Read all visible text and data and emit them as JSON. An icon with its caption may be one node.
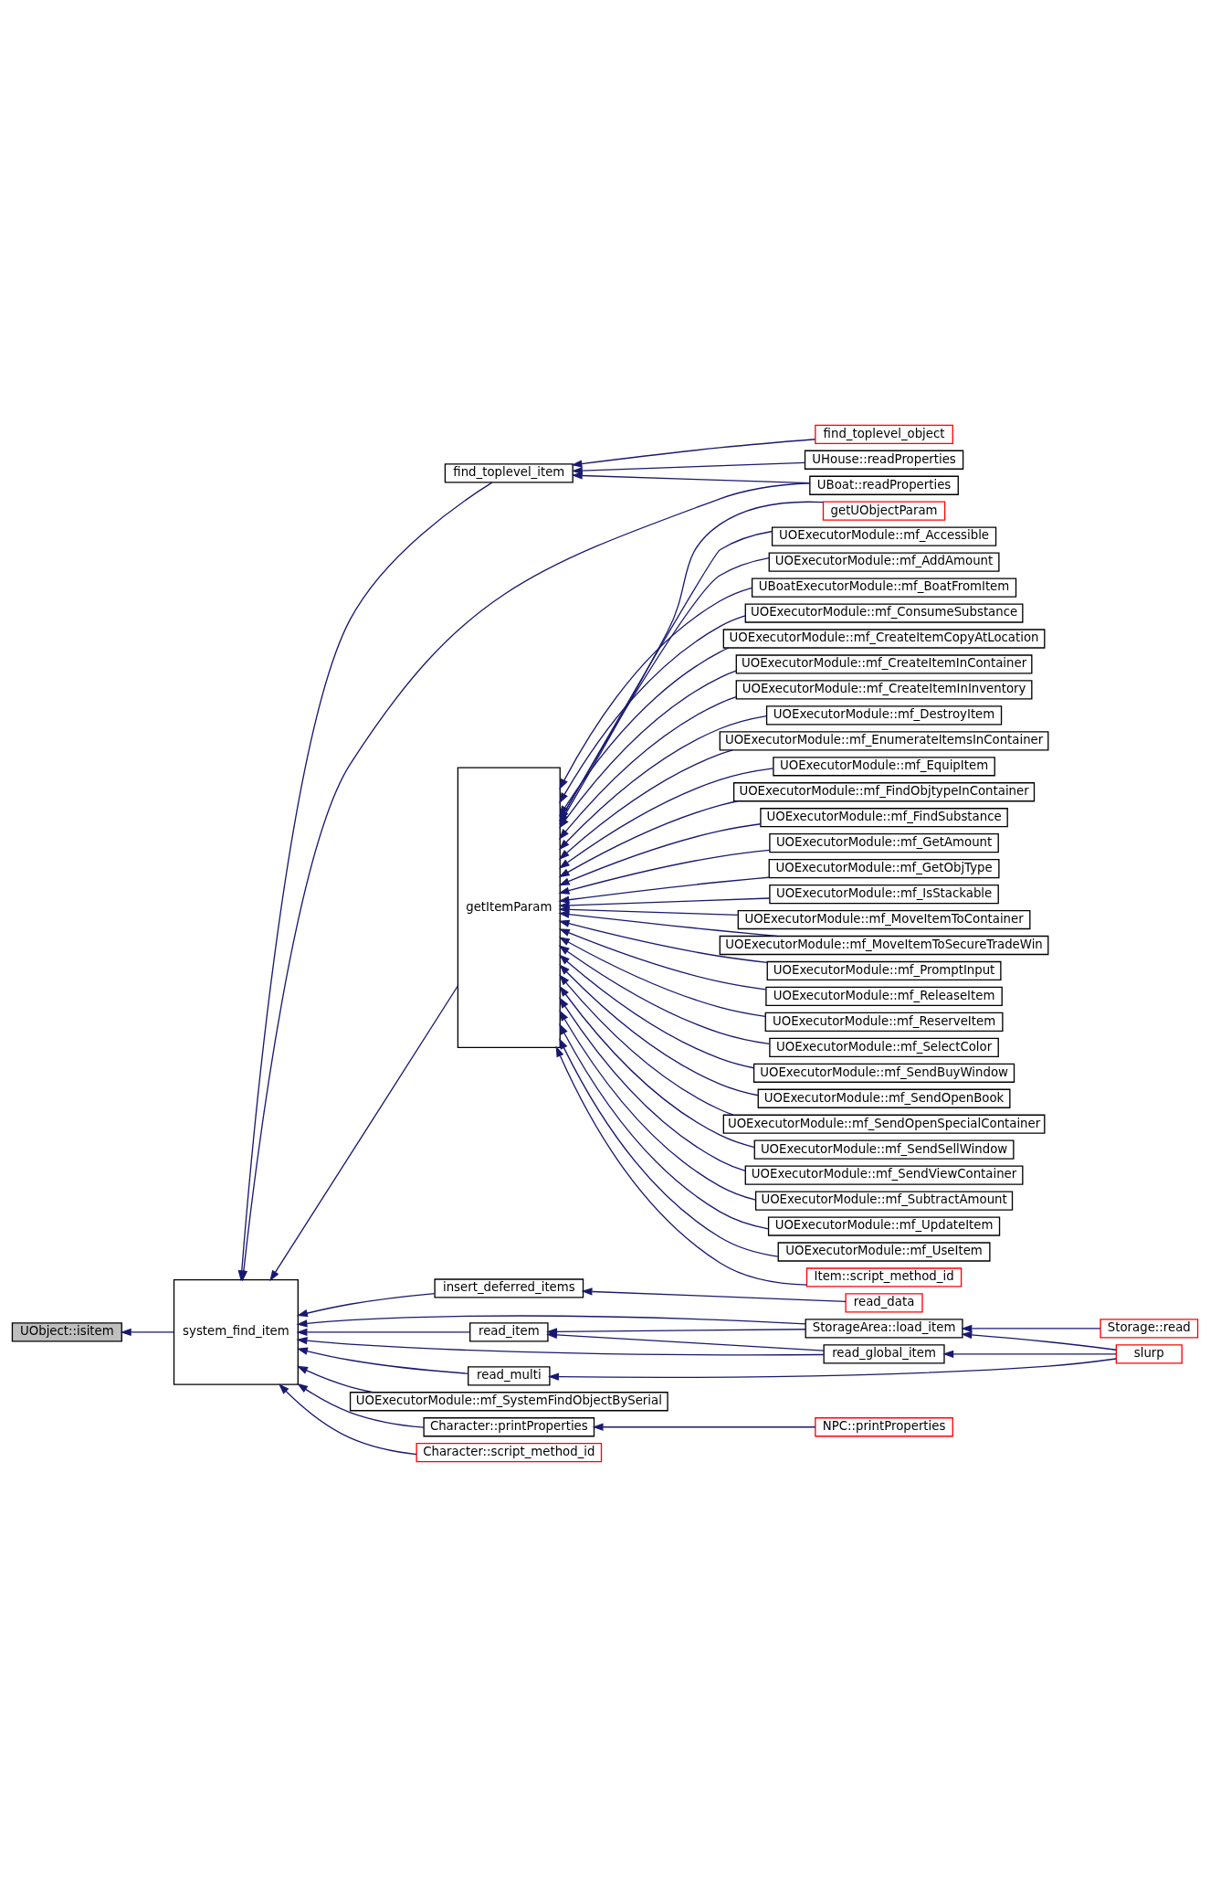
{
  "diagram": {
    "nodes": [
      {
        "text": [
          "UObject::isitem"
        ]
      },
      {
        "text": [
          "system_find_item"
        ]
      },
      {
        "text": [
          "find_toplevel_item"
        ]
      },
      {
        "text": [
          "find_toplevel_object"
        ]
      },
      {
        "text": [
          "UHouse::readProperties"
        ]
      },
      {
        "text": [
          "UBoat::readProperties"
        ]
      },
      {
        "text": [
          "getItemParam"
        ]
      },
      {
        "text": [
          "getUObjectParam"
        ]
      },
      {
        "text": [
          "UOExecutorModule::mf_Accessible"
        ]
      },
      {
        "text": [
          "UOExecutorModule::mf_AddAmount"
        ]
      },
      {
        "text": [
          "UBoatExecutorModule::mf_BoatFromItem"
        ]
      },
      {
        "text": [
          "UOExecutorModule::mf_ConsumeSubstance"
        ]
      },
      {
        "text": [
          "UOExecutorModule::mf_CreateItemCopyAtLocation"
        ]
      },
      {
        "text": [
          "UOExecutorModule::mf_CreateItemInContainer"
        ]
      },
      {
        "text": [
          "UOExecutorModule::mf_CreateItemInInventory"
        ]
      },
      {
        "text": [
          "UOExecutorModule::mf_DestroyItem"
        ]
      },
      {
        "text": [
          "UOExecutorModule::mf_EnumerateItemsInContainer"
        ]
      },
      {
        "text": [
          "UOExecutorModule::mf_EquipItem"
        ]
      },
      {
        "text": [
          "UOExecutorModule::mf_FindObjtypeInContainer"
        ]
      },
      {
        "text": [
          "UOExecutorModule::mf_FindSubstance"
        ]
      },
      {
        "text": [
          "UOExecutorModule::mf_GetAmount"
        ]
      },
      {
        "text": [
          "UOExecutorModule::mf_GetObjType"
        ]
      },
      {
        "text": [
          "UOExecutorModule::mf_IsStackable"
        ]
      },
      {
        "text": [
          "UOExecutorModule::mf_MoveItemToContainer"
        ]
      },
      {
        "text": [
          "UOExecutorModule::mf_MoveItemToSecureTradeWin"
        ]
      },
      {
        "text": [
          "UOExecutorModule::mf_PromptInput"
        ]
      },
      {
        "text": [
          "UOExecutorModule::mf_ReleaseItem"
        ]
      },
      {
        "text": [
          "UOExecutorModule::mf_ReserveItem"
        ]
      },
      {
        "text": [
          "UOExecutorModule::mf_SelectColor"
        ]
      },
      {
        "text": [
          "UOExecutorModule::mf_SendBuyWindow"
        ]
      },
      {
        "text": [
          "UOExecutorModule::mf_SendOpenBook"
        ]
      },
      {
        "text": [
          "UOExecutorModule::mf_SendOpenSpecialContainer"
        ]
      },
      {
        "text": [
          "UOExecutorModule::mf_SendSellWindow"
        ]
      },
      {
        "text": [
          "UOExecutorModule::mf_SendViewContainer"
        ]
      },
      {
        "text": [
          "UOExecutorModule::mf_SubtractAmount"
        ]
      },
      {
        "text": [
          "UOExecutorModule::mf_UpdateItem"
        ]
      },
      {
        "text": [
          "UOExecutorModule::mf_UseItem"
        ]
      },
      {
        "text": [
          "Item::script_method_id"
        ]
      },
      {
        "text": [
          "insert_deferred_items"
        ]
      },
      {
        "text": [
          "read_data"
        ]
      },
      {
        "text": [
          "read_item"
        ]
      },
      {
        "text": [
          "StorageArea::load_item"
        ]
      },
      {
        "text": [
          "Storage::read"
        ]
      },
      {
        "text": [
          "read_global_item"
        ]
      },
      {
        "text": [
          "slurp"
        ]
      },
      {
        "text": [
          "read_multi"
        ]
      },
      {
        "text": [
          "UOExecutorModule::mf_SystemFindObjectBySerial"
        ]
      },
      {
        "text": [
          "Character::printProperties"
        ]
      },
      {
        "text": [
          "NPC::printProperties"
        ]
      },
      {
        "text": [
          "Character::script_method_id"
        ]
      }
    ],
    "edges": [
      {
        "from": 1,
        "to": 0,
        "arrow": "to"
      },
      {
        "from": 2,
        "to": 1,
        "arrow": "to"
      },
      {
        "from": 3,
        "to": 2,
        "arrow": "to"
      },
      {
        "from": 4,
        "to": 2,
        "arrow": "to"
      },
      {
        "from": 5,
        "to": 2,
        "arrow": "to"
      },
      {
        "from": 5,
        "to": 1,
        "arrow": "to"
      },
      {
        "from": 6,
        "to": 1,
        "arrow": "to"
      },
      {
        "from": 7,
        "to": 6,
        "arrow": "to"
      },
      {
        "from": 8,
        "to": 6,
        "arrow": "to"
      },
      {
        "from": 9,
        "to": 6,
        "arrow": "to"
      },
      {
        "from": 10,
        "to": 6,
        "arrow": "to"
      },
      {
        "from": 11,
        "to": 6,
        "arrow": "to"
      },
      {
        "from": 12,
        "to": 6,
        "arrow": "to"
      },
      {
        "from": 13,
        "to": 6,
        "arrow": "to"
      },
      {
        "from": 14,
        "to": 6,
        "arrow": "to"
      },
      {
        "from": 15,
        "to": 6,
        "arrow": "to"
      },
      {
        "from": 16,
        "to": 6,
        "arrow": "to"
      },
      {
        "from": 17,
        "to": 6,
        "arrow": "to"
      },
      {
        "from": 18,
        "to": 6,
        "arrow": "to"
      },
      {
        "from": 19,
        "to": 6,
        "arrow": "to"
      },
      {
        "from": 20,
        "to": 6,
        "arrow": "to"
      },
      {
        "from": 21,
        "to": 6,
        "arrow": "to"
      },
      {
        "from": 22,
        "to": 6,
        "arrow": "to"
      },
      {
        "from": 23,
        "to": 6,
        "arrow": "to"
      },
      {
        "from": 24,
        "to": 6,
        "arrow": "to"
      },
      {
        "from": 25,
        "to": 6,
        "arrow": "to"
      },
      {
        "from": 26,
        "to": 6,
        "arrow": "to"
      },
      {
        "from": 27,
        "to": 6,
        "arrow": "to"
      },
      {
        "from": 28,
        "to": 6,
        "arrow": "to"
      },
      {
        "from": 29,
        "to": 6,
        "arrow": "to"
      },
      {
        "from": 30,
        "to": 6,
        "arrow": "to"
      },
      {
        "from": 31,
        "to": 6,
        "arrow": "to"
      },
      {
        "from": 32,
        "to": 6,
        "arrow": "to"
      },
      {
        "from": 33,
        "to": 6,
        "arrow": "to"
      },
      {
        "from": 34,
        "to": 6,
        "arrow": "to"
      },
      {
        "from": 35,
        "to": 6,
        "arrow": "to"
      },
      {
        "from": 36,
        "to": 6,
        "arrow": "to"
      },
      {
        "from": 37,
        "to": 6,
        "arrow": "to"
      },
      {
        "from": 38,
        "to": 1,
        "arrow": "to"
      },
      {
        "from": 39,
        "to": 38,
        "arrow": "to"
      },
      {
        "from": 40,
        "to": 1,
        "arrow": "to"
      },
      {
        "from": 41,
        "to": 1,
        "arrow": "to"
      },
      {
        "from": 41,
        "to": 40,
        "arrow": "to"
      },
      {
        "from": 42,
        "to": 41,
        "arrow": "to"
      },
      {
        "from": 43,
        "to": 40,
        "arrow": "to"
      },
      {
        "from": 43,
        "to": 1,
        "arrow": "to"
      },
      {
        "from": 44,
        "to": 41,
        "arrow": "to"
      },
      {
        "from": 44,
        "to": 43,
        "arrow": "to"
      },
      {
        "from": 45,
        "to": 1,
        "arrow": "to"
      },
      {
        "from": 44,
        "to": 45,
        "arrow": "to"
      },
      {
        "from": 46,
        "to": 1,
        "arrow": "to"
      },
      {
        "from": 47,
        "to": 1,
        "arrow": "to"
      },
      {
        "from": 48,
        "to": 47,
        "arrow": "to"
      },
      {
        "from": 49,
        "to": 1,
        "arrow": "to"
      }
    ]
  }
}
